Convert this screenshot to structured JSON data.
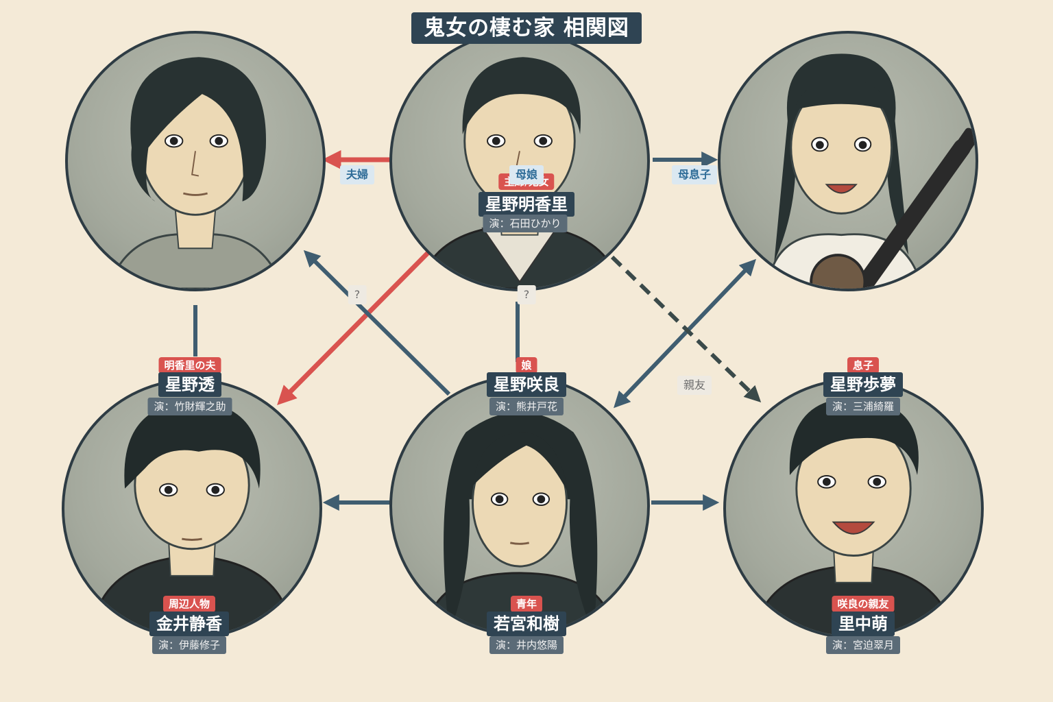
{
  "title": "鬼女の棲む家 相関図",
  "colors": {
    "background": "#f4ead7",
    "navy": "#2f4453",
    "red": "#d9534f",
    "arrow_blue": "#3f5d70",
    "arrow_red": "#d9534f"
  },
  "characters": [
    {
      "id": "akari",
      "role": "主婦/鬼女",
      "name": "星野明香里",
      "actor": "演：石田ひかり"
    },
    {
      "id": "toru",
      "role": "明香里の夫",
      "name": "星野透",
      "actor": "演：竹財輝之助"
    },
    {
      "id": "sara",
      "role": "娘",
      "name": "星野咲良",
      "actor": "演：熊井戸花"
    },
    {
      "id": "ayumu",
      "role": "息子",
      "name": "星野歩夢",
      "actor": "演：三浦綺羅"
    },
    {
      "id": "shizuka",
      "role": "周辺人物",
      "name": "金井静香",
      "actor": "演：伊藤修子"
    },
    {
      "id": "kazuki",
      "role": "青年",
      "name": "若宮和樹",
      "actor": "演：井内悠陽"
    },
    {
      "id": "moe",
      "role": "咲良の親友",
      "name": "里中萌",
      "actor": "演：宮迫翠月"
    }
  ],
  "relations": [
    {
      "id": "fuufu",
      "label": "夫婦"
    },
    {
      "id": "boujou",
      "label": "母娘"
    },
    {
      "id": "boshi",
      "label": "母息子"
    },
    {
      "id": "q1",
      "label": "?"
    },
    {
      "id": "q2",
      "label": "?"
    },
    {
      "id": "shinyu",
      "label": "親友"
    }
  ],
  "icons": {
    "guitar": "guitar-icon"
  }
}
